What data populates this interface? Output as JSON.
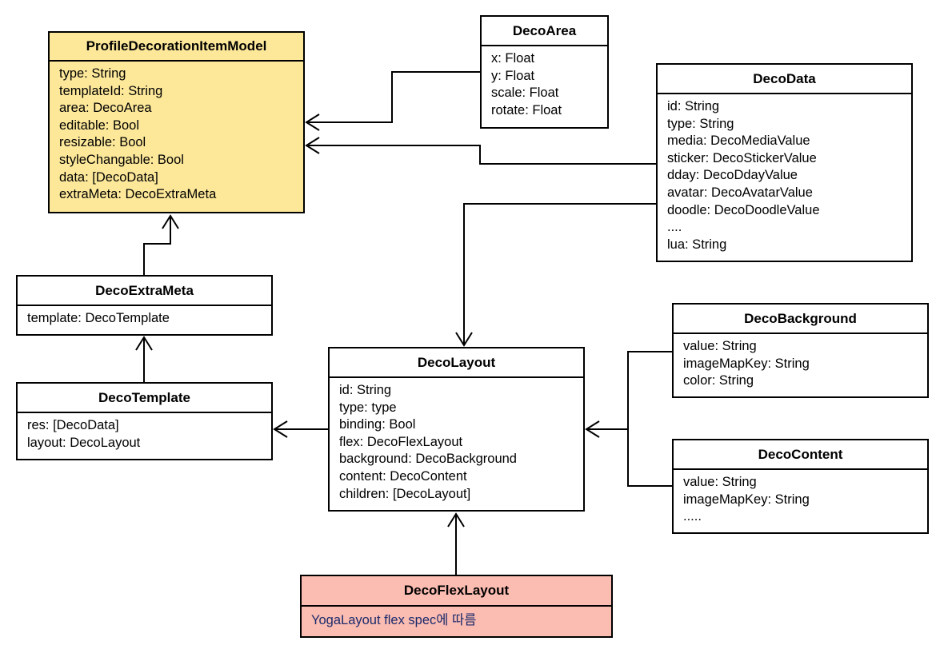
{
  "classes": {
    "profile": {
      "title": "ProfileDecorationItemModel",
      "fields": [
        "type: String",
        "templateId: String",
        "area: DecoArea",
        "editable: Bool",
        "resizable: Bool",
        "styleChangable: Bool",
        "data: [DecoData]",
        "extraMeta: DecoExtraMeta"
      ],
      "fill": "#fde89a"
    },
    "area": {
      "title": "DecoArea",
      "fields": [
        "x: Float",
        "y: Float",
        "scale: Float",
        "rotate: Float"
      ]
    },
    "data": {
      "title": "DecoData",
      "fields": [
        "id: String",
        "type: String",
        "media: DecoMediaValue",
        "sticker: DecoStickerValue",
        "dday: DecoDdayValue",
        "avatar: DecoAvatarValue",
        "doodle: DecoDoodleValue",
        "....",
        "lua: String"
      ]
    },
    "extraMeta": {
      "title": "DecoExtraMeta",
      "fields": [
        "template: DecoTemplate"
      ]
    },
    "template": {
      "title": "DecoTemplate",
      "fields": [
        "res: [DecoData]",
        "layout: DecoLayout"
      ]
    },
    "layout": {
      "title": "DecoLayout",
      "fields": [
        "id: String",
        "type: type",
        "binding: Bool",
        "flex: DecoFlexLayout",
        "background: DecoBackground",
        "content: DecoContent",
        "children: [DecoLayout]"
      ]
    },
    "background": {
      "title": "DecoBackground",
      "fields": [
        "value: String",
        "imageMapKey: String",
        "color: String"
      ]
    },
    "content": {
      "title": "DecoContent",
      "fields": [
        "value: String",
        "imageMapKey: String",
        "....."
      ]
    },
    "flex": {
      "title": "DecoFlexLayout",
      "note": "YogaLayout flex spec에 따름",
      "fill": "#fbbcb1",
      "note_color": "#1a2a6c"
    }
  }
}
